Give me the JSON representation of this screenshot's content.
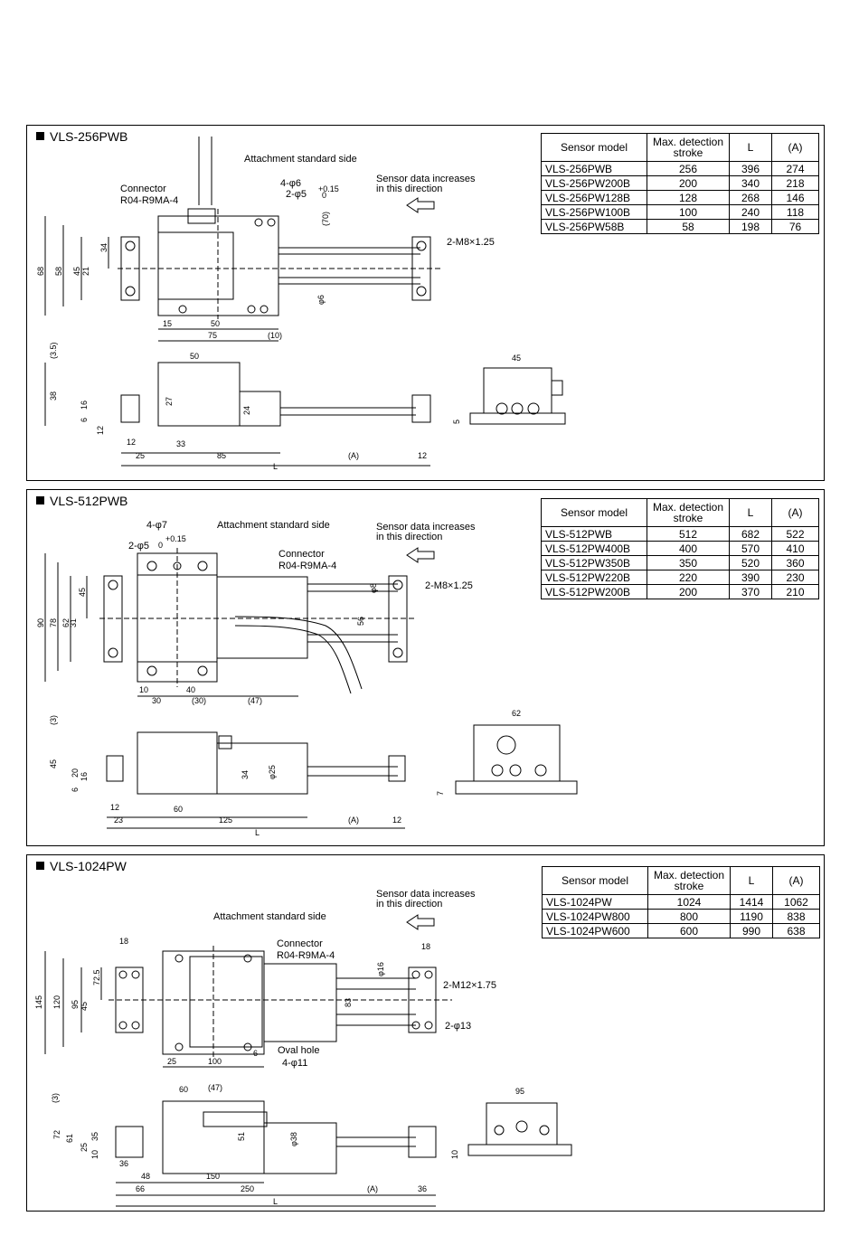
{
  "panels": [
    {
      "title": "VLS-256PWB",
      "table": {
        "headers": [
          "Sensor model",
          "Max. detection stroke",
          "L",
          "(A)"
        ],
        "rows": [
          [
            "VLS-256PWB",
            "256",
            "396",
            "274"
          ],
          [
            "VLS-256PW200B",
            "200",
            "340",
            "218"
          ],
          [
            "VLS-256PW128B",
            "128",
            "268",
            "146"
          ],
          [
            "VLS-256PW100B",
            "100",
            "240",
            "118"
          ],
          [
            "VLS-256PW58B",
            "58",
            "198",
            "76"
          ]
        ]
      },
      "labels": {
        "connector": "Connector",
        "connector_code": "R04-R9MA-4",
        "attach": "Attachment standard side",
        "sensor_dir_1": "Sensor data increases",
        "sensor_dir_2": "in this direction",
        "hole_a": "4-φ6",
        "hole_b": "2-φ5",
        "tol": "+0.15",
        "tol0": "0",
        "thread": "2-M8×1.25"
      },
      "dims": {
        "d70": "(70)",
        "d68": "68",
        "d58": "58",
        "d45": "45",
        "d34": "34",
        "d21": "21",
        "phi6": "φ6",
        "d15": "15",
        "d50": "50",
        "d75": "75",
        "d10": "(10)",
        "s35": "(3.5)",
        "s50": "50",
        "s38": "38",
        "s16": "16",
        "s6": "6",
        "s12": "12",
        "s27": "27",
        "s24": "24",
        "b12": "12",
        "b33": "33",
        "b25": "25",
        "b85": "85",
        "bA": "(A)",
        "b12r": "12",
        "bL": "L",
        "e45": "45",
        "e5": "5"
      }
    },
    {
      "title": "VLS-512PWB",
      "table": {
        "headers": [
          "Sensor model",
          "Max. detection stroke",
          "L",
          "(A)"
        ],
        "rows": [
          [
            "VLS-512PWB",
            "512",
            "682",
            "522"
          ],
          [
            "VLS-512PW400B",
            "400",
            "570",
            "410"
          ],
          [
            "VLS-512PW350B",
            "350",
            "520",
            "360"
          ],
          [
            "VLS-512PW220B",
            "220",
            "390",
            "230"
          ],
          [
            "VLS-512PW200B",
            "200",
            "370",
            "210"
          ]
        ]
      },
      "labels": {
        "hole_a": "4-φ7",
        "hole_b": "2-φ5",
        "tol": "+0.15",
        "tol0": "0",
        "attach": "Attachment standard side",
        "sensor_dir_1": "Sensor data increases",
        "sensor_dir_2": "in this direction",
        "connector": "Connector",
        "connector_code": "R04-R9MA-4",
        "thread": "2-M8×1.25"
      },
      "dims": {
        "d90": "90",
        "d78": "78",
        "d62": "62",
        "d45": "45",
        "d31": "31",
        "phi8": "φ8",
        "d56": "56",
        "d10": "10",
        "d30": "30",
        "d40": "40",
        "d30p": "(30)",
        "d47": "(47)",
        "s3": "(3)",
        "s45": "45",
        "s20": "20",
        "s16": "16",
        "s6": "6",
        "s34": "34",
        "phi25": "φ25",
        "b12": "12",
        "b60": "60",
        "b23": "23",
        "b125": "125",
        "bA": "(A)",
        "b12r": "12",
        "bL": "L",
        "e62": "62",
        "e7": "7"
      }
    },
    {
      "title": "VLS-1024PW",
      "table": {
        "headers": [
          "Sensor model",
          "Max. detection stroke",
          "L",
          "(A)"
        ],
        "rows": [
          [
            "VLS-1024PW",
            "1024",
            "1414",
            "1062"
          ],
          [
            "VLS-1024PW800",
            "800",
            "1190",
            "838"
          ],
          [
            "VLS-1024PW600",
            "600",
            "990",
            "638"
          ]
        ]
      },
      "labels": {
        "sensor_dir_1": "Sensor data increases",
        "sensor_dir_2": "in this direction",
        "attach": "Attachment standard side",
        "connector": "Connector",
        "connector_code": "R04-R9MA-4",
        "thread": "2-M12×1.75",
        "hole": "2-φ13",
        "oval": "Oval hole",
        "oval_n": "4-φ11"
      },
      "dims": {
        "d18": "18",
        "d18r": "18",
        "phi16": "φ16",
        "d145": "145",
        "d120": "120",
        "d95": "95",
        "d725": "72.5",
        "d45": "45",
        "d83": "83",
        "d25": "25",
        "d100": "100",
        "d6": "6",
        "t60": "60",
        "t47": "(47)",
        "s3": "(3)",
        "s72": "72",
        "s61": "61",
        "s35": "35",
        "s25": "25",
        "s10": "10",
        "s51": "51",
        "phi38": "φ38",
        "b36": "36",
        "b48": "48",
        "b150": "150",
        "b66": "66",
        "b250": "250",
        "bA": "(A)",
        "b36r": "36",
        "bL": "L",
        "e95": "95",
        "e10": "10"
      }
    }
  ]
}
